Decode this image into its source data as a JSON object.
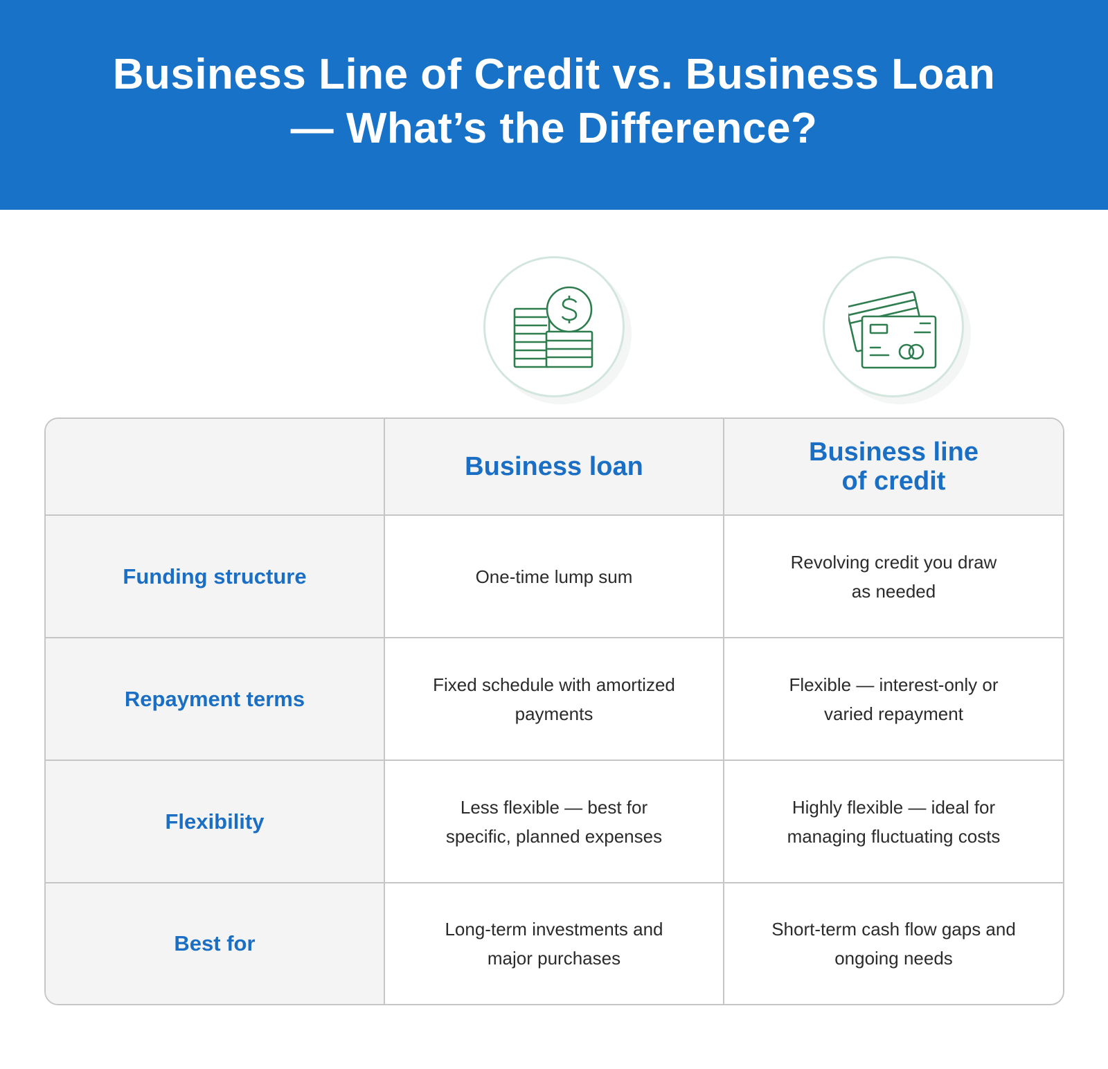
{
  "header": {
    "title": "Business Line of Credit vs. Business Loan — What’s the Difference?",
    "background_color": "#1873c8"
  },
  "icons": {
    "loan": "money-stack-coin-icon",
    "credit": "credit-cards-icon",
    "icon_color": "#2e7d4f"
  },
  "table": {
    "columns": [
      {
        "label": ""
      },
      {
        "label": "Business loan"
      },
      {
        "label": "Business line of credit"
      }
    ],
    "rows": [
      {
        "label": "Funding structure",
        "loan": "One-time lump sum",
        "credit": "Revolving credit you draw as needed"
      },
      {
        "label": "Repayment terms",
        "loan": "Fixed schedule with amortized payments",
        "credit": "Flexible — interest-only or varied repayment"
      },
      {
        "label": "Flexibility",
        "loan": "Less flexible — best for specific, planned expenses",
        "credit": "Highly flexible — ideal for managing fluctuating costs"
      },
      {
        "label": "Best for",
        "loan": "Long-term investments and major purchases",
        "credit": "Short-term cash flow gaps and ongoing needs"
      }
    ],
    "accent_color": "#1a6fc4"
  }
}
